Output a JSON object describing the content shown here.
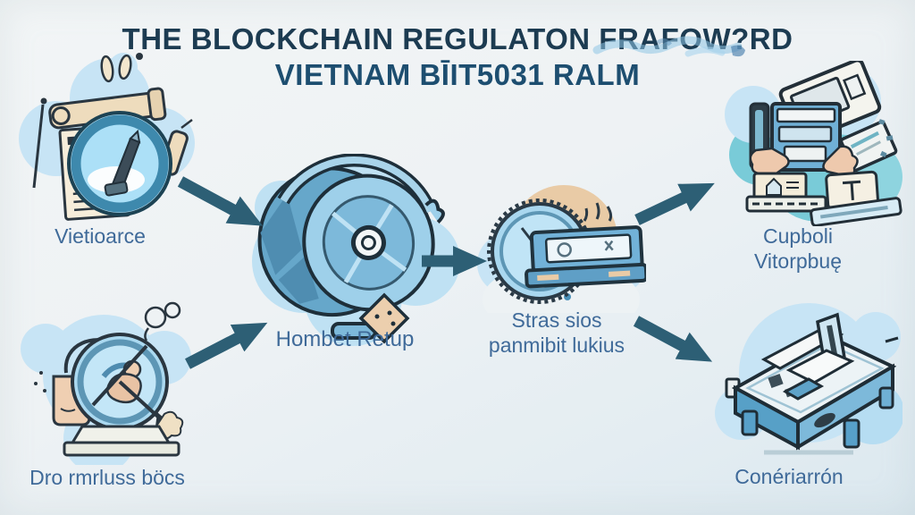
{
  "title": {
    "line1": "THE BLOCKCHAIN REGULATON FRAFOW?RD",
    "line2": "VIETNAM BĪIT5031 RALM"
  },
  "nodes": {
    "top_left": {
      "label": "Vietioarce",
      "icon": "scroll-lens-pen"
    },
    "bottom_left": {
      "label": "Dro rmrluss böcs",
      "icon": "figure-in-wheel"
    },
    "center": {
      "label": "Hombet Retup",
      "icon": "cable-drum"
    },
    "mid_right": {
      "label_line1": "Stras sios",
      "label_line2": "panmibit lukius",
      "icon": "coin-scanner"
    },
    "top_right": {
      "label_line1": "Cupboli",
      "label_line2": "Vitorpbuę",
      "icon": "hands-devices"
    },
    "bottom_right": {
      "label": "Conériarrón",
      "icon": "assembly-bench"
    }
  },
  "flow": [
    {
      "from": "top_left",
      "to": "center"
    },
    {
      "from": "bottom_left",
      "to": "center"
    },
    {
      "from": "center",
      "to": "mid_right"
    },
    {
      "from": "mid_right",
      "to": "top_right"
    },
    {
      "from": "mid_right",
      "to": "bottom_right"
    }
  ],
  "colors": {
    "background_top": "#F1F4F5",
    "background_bottom": "#DBE8EF",
    "title_text": "#1C3B51",
    "title_text_line2": "#1D4E70",
    "label_text": "#3F6A99",
    "arrow": "#2D5F75",
    "outline": "#24323C",
    "cloud_blue": "#C7E4F5",
    "cloud_teal": "#79CBD8",
    "fill_blue": "#7DB9DA",
    "fill_light_blue": "#A9D7EF",
    "fill_beige": "#ECD3AE"
  }
}
